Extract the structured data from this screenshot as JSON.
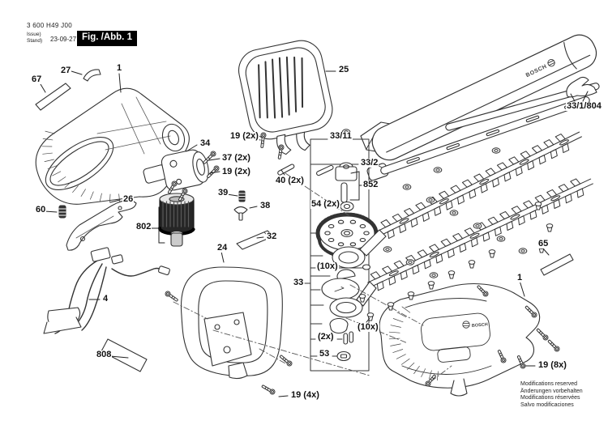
{
  "header": {
    "part_number": "3 600 H49 J00",
    "issue_label": "Issue)",
    "stand_label": "Stand)",
    "date": "23-09-27",
    "figure_badge": "Fig. /Abb. 1"
  },
  "brand": {
    "cover_logo": "BOSCH",
    "housing_logo": "BOSCH"
  },
  "labels": [
    {
      "text": "67"
    },
    {
      "text": "27"
    },
    {
      "text": "1"
    },
    {
      "text": "34"
    },
    {
      "text": "37 (2x)"
    },
    {
      "text": "19 (2x)"
    },
    {
      "text": "19 (2x)"
    },
    {
      "text": "40 (2x)"
    },
    {
      "text": "39"
    },
    {
      "text": "38"
    },
    {
      "text": "32"
    },
    {
      "text": "24"
    },
    {
      "text": "26"
    },
    {
      "text": "60"
    },
    {
      "text": "802"
    },
    {
      "text": "4"
    },
    {
      "text": "808"
    },
    {
      "text": "19 (4x)"
    },
    {
      "text": "25"
    },
    {
      "text": "33/11"
    },
    {
      "text": "33/2"
    },
    {
      "text": "852"
    },
    {
      "text": "54 (2x)"
    },
    {
      "text": "(10x)"
    },
    {
      "text": "33"
    },
    {
      "text": "(10x)"
    },
    {
      "text": "(2x)"
    },
    {
      "text": "53"
    },
    {
      "text": "65"
    },
    {
      "text": "33/1/804"
    },
    {
      "text": "1"
    },
    {
      "text": "19 (8x)"
    }
  ],
  "footer": {
    "lines": [
      "Modifications reserved",
      "Änderungen vorbehalten",
      "Modifications réservées",
      "Salvo modificaciones"
    ]
  }
}
